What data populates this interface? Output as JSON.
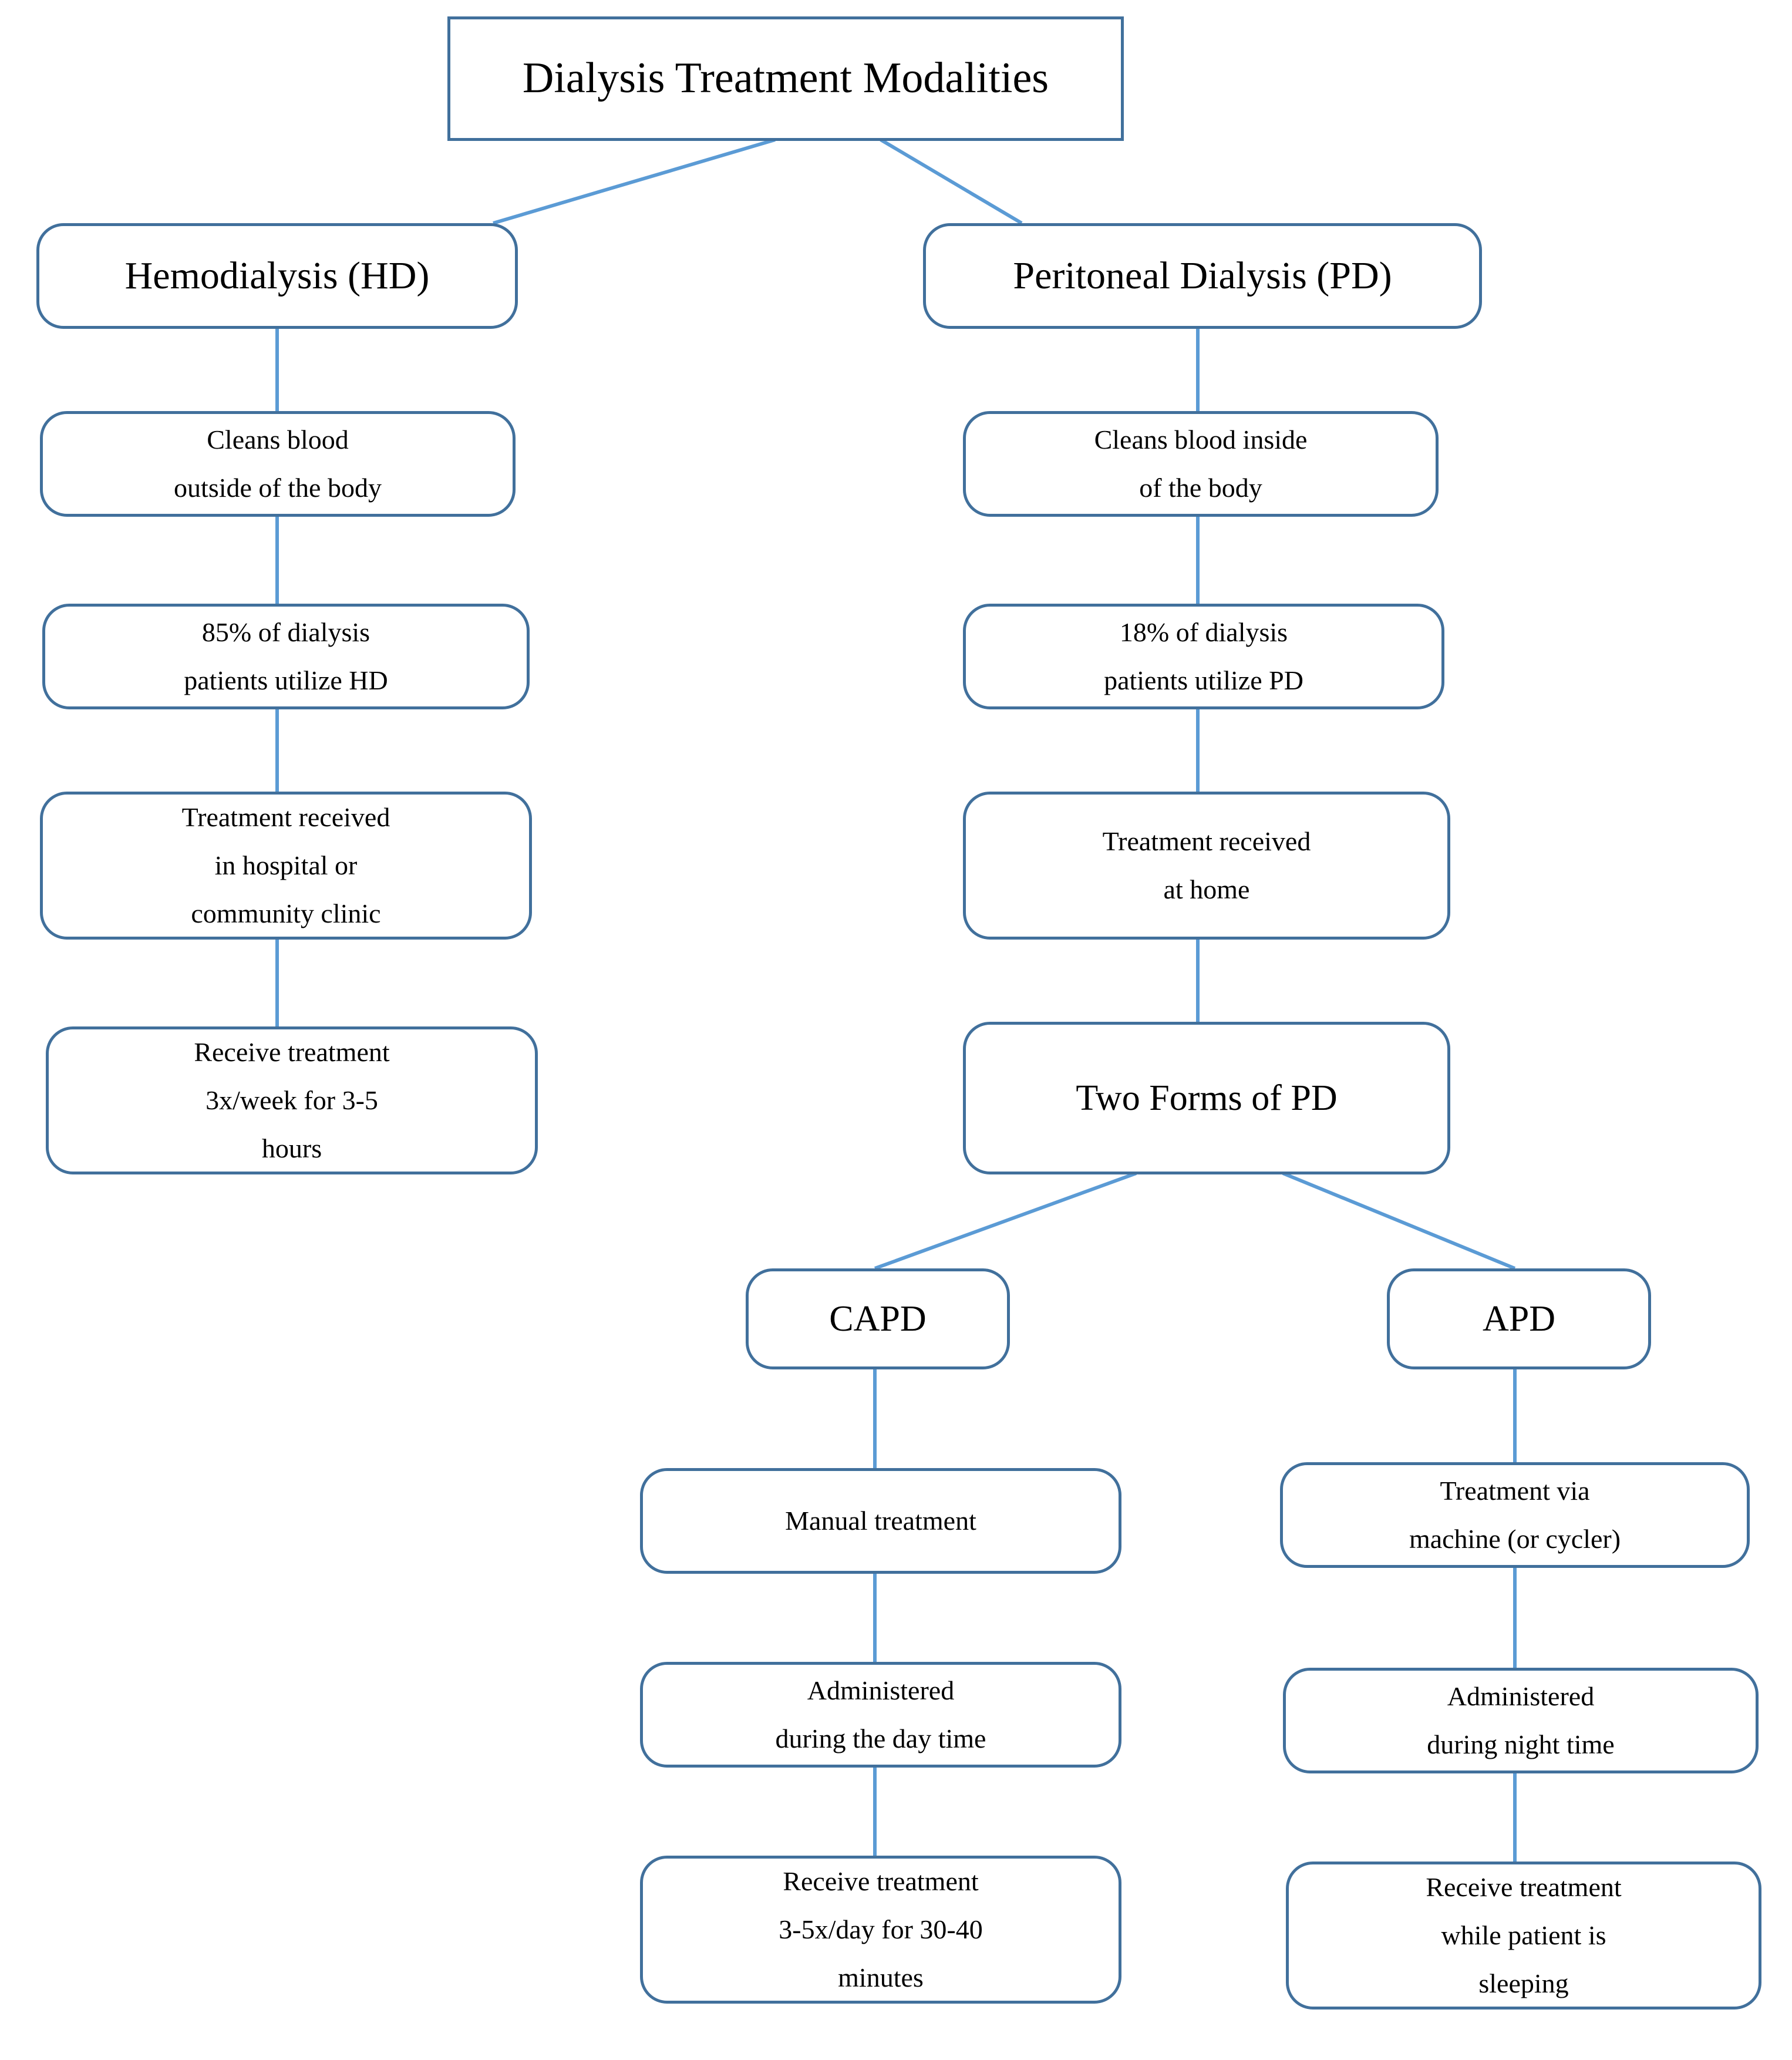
{
  "diagram": {
    "title": "Dialysis Treatment Modalities",
    "branches": {
      "hd": {
        "header": "Hemodialysis (HD)",
        "steps": [
          "Cleans blood\noutside of the body",
          "85% of dialysis\npatients utilize HD",
          "Treatment received\nin hospital or\ncommunity clinic",
          "Receive treatment\n3x/week for 3-5\nhours"
        ]
      },
      "pd": {
        "header": "Peritoneal Dialysis (PD)",
        "steps": [
          "Cleans blood inside\nof the body",
          "18% of dialysis\npatients utilize PD",
          "Treatment received\nat home"
        ],
        "forms_header": "Two Forms of PD",
        "forms": [
          {
            "name": "CAPD",
            "steps": [
              "Manual treatment",
              "Administered\nduring the day time",
              "Receive treatment\n3-5x/day for 30-40\nminutes"
            ]
          },
          {
            "name": "APD",
            "steps": [
              "Treatment via\nmachine (or cycler)",
              "Administered\nduring night time",
              "Receive treatment\nwhile patient is\nsleeping"
            ]
          }
        ]
      }
    },
    "colors": {
      "box_border": "#41709C",
      "connector": "#5B9BD5",
      "background": "#FFFFFF",
      "text": "#000000"
    }
  }
}
